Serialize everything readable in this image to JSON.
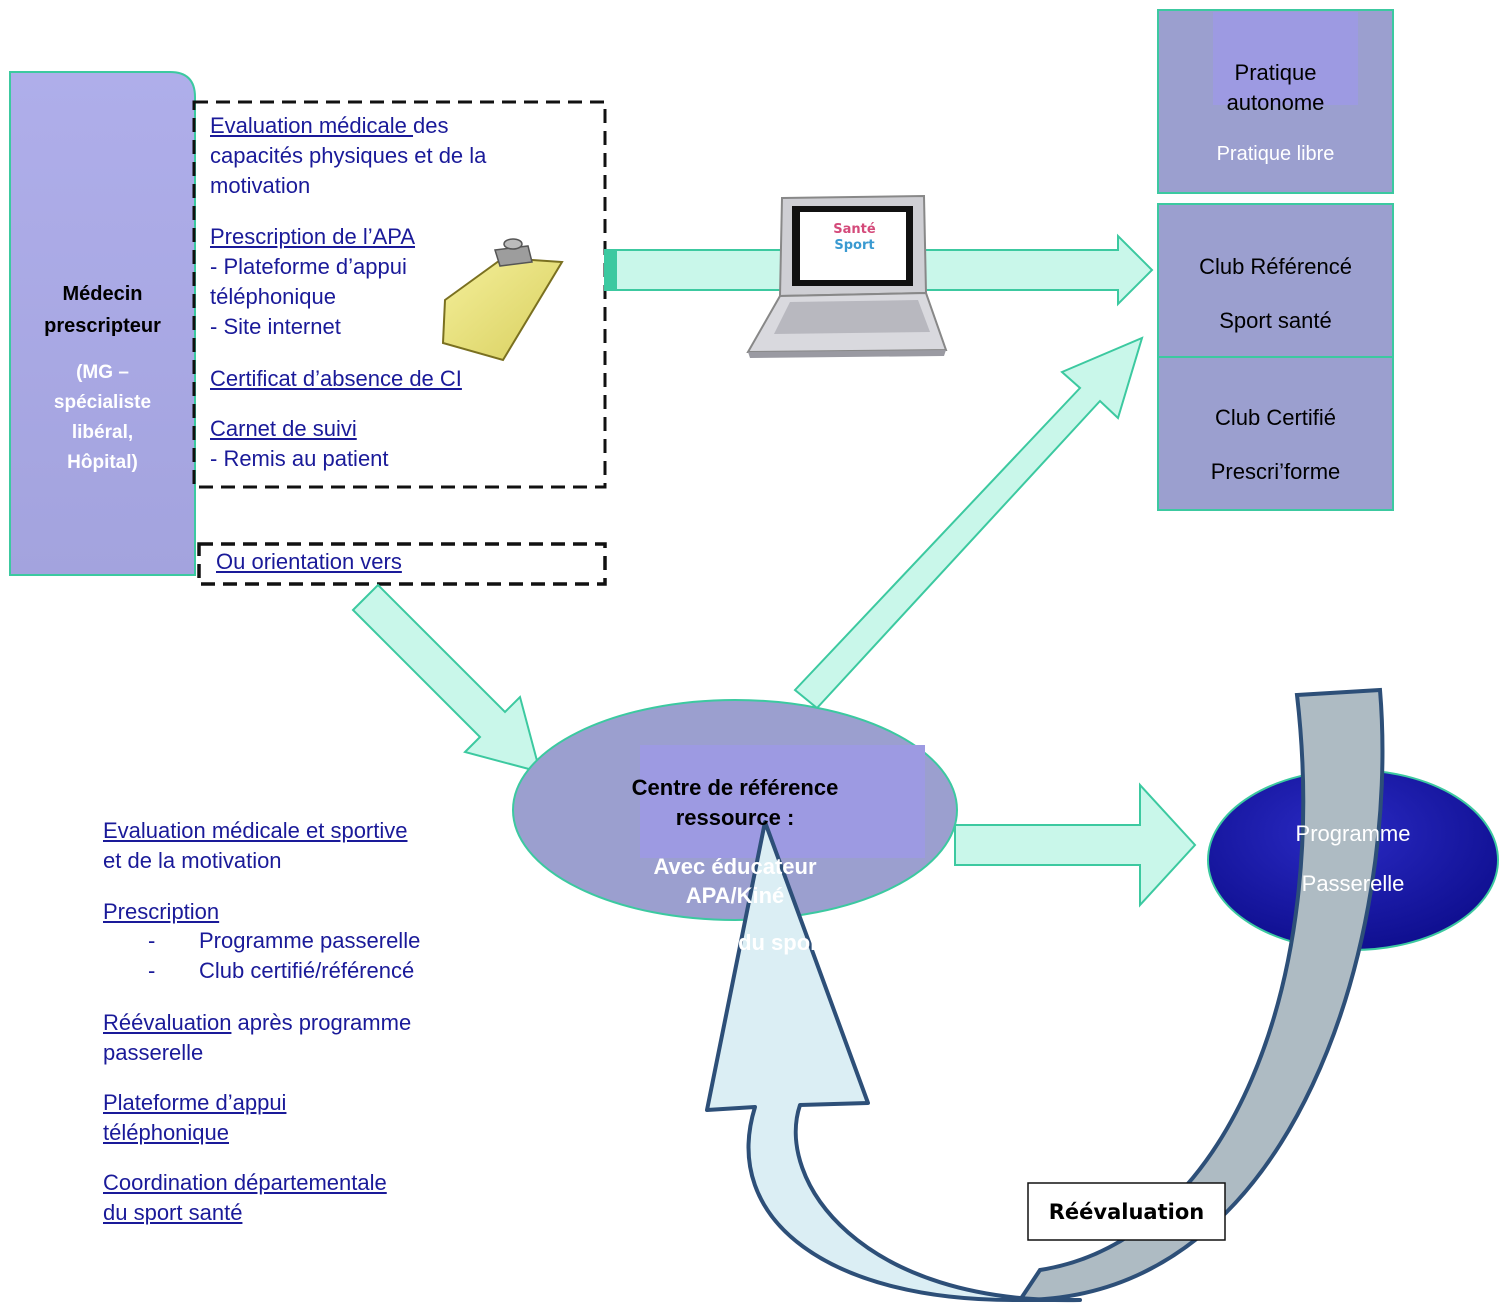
{
  "doctor": {
    "title_line1": "Médecin",
    "title_line2": "prescripteur",
    "sub_line1": "(MG –",
    "sub_line2": "spécialiste",
    "sub_line3": "libéral,",
    "sub_line4": "Hôpital)"
  },
  "prescription_box": {
    "eval_underlined": "Evaluation médicale ",
    "eval_rest": "des",
    "eval_line2": "capacités physiques et de la",
    "eval_line3": "motivation",
    "apa_title": "Prescription de l’APA",
    "apa_item1_line1": "- Plateforme d’appui",
    "apa_item1_line2": "téléphonique",
    "apa_item2": "- Site internet",
    "certificate": "Certificat d’absence de CI",
    "carnet_title": "Carnet de suivi",
    "carnet_item": "- Remis au patient"
  },
  "orientation": "Ou orientation vers",
  "laptop_logo": {
    "line1": "Santé",
    "line2": "Sport"
  },
  "right_boxes": {
    "pratique_line1": "Pratique",
    "pratique_line2": "autonome",
    "pratique_sub": "Pratique libre",
    "club_ref_line1": "Club Référencé",
    "club_ref_line2": "Sport santé",
    "club_cert_line1": "Club Certifié",
    "club_cert_line2": "Prescri’forme"
  },
  "centre": {
    "line1": "Centre de référence",
    "line2": "ressource :",
    "line3": "Avec éducateur",
    "line4": "APA/Kiné",
    "line5": "Médecin du sport"
  },
  "programme": {
    "line1": "Programme",
    "line2": "Passerelle"
  },
  "left_list": {
    "eval_line1": "Evaluation médicale et sportive",
    "eval_line2": "et de la motivation",
    "prescription": "Prescription",
    "bullet1": "Programme passerelle",
    "bullet2": "Club certifié/référencé",
    "bullet_marker": "-",
    "reeval_underlined": "Réévaluation",
    "reeval_rest": " après programme",
    "reeval_line2": "passerelle",
    "plateforme_line1": "Plateforme d’appui",
    "plateforme_line2": "téléphonique",
    "coord_line1": "Coordination départementale",
    "coord_line2": "du sport santé"
  },
  "reevaluation_label": "Réévaluation",
  "colors": {
    "box_fill": "#9b9fcf",
    "doctor_fill": "#a9a9e4",
    "teal_border": "#3cc9a0",
    "arrow_fill": "#c9f7ea",
    "programme_fill": "#1a1aa8",
    "link_blue": "#1a1a99"
  }
}
